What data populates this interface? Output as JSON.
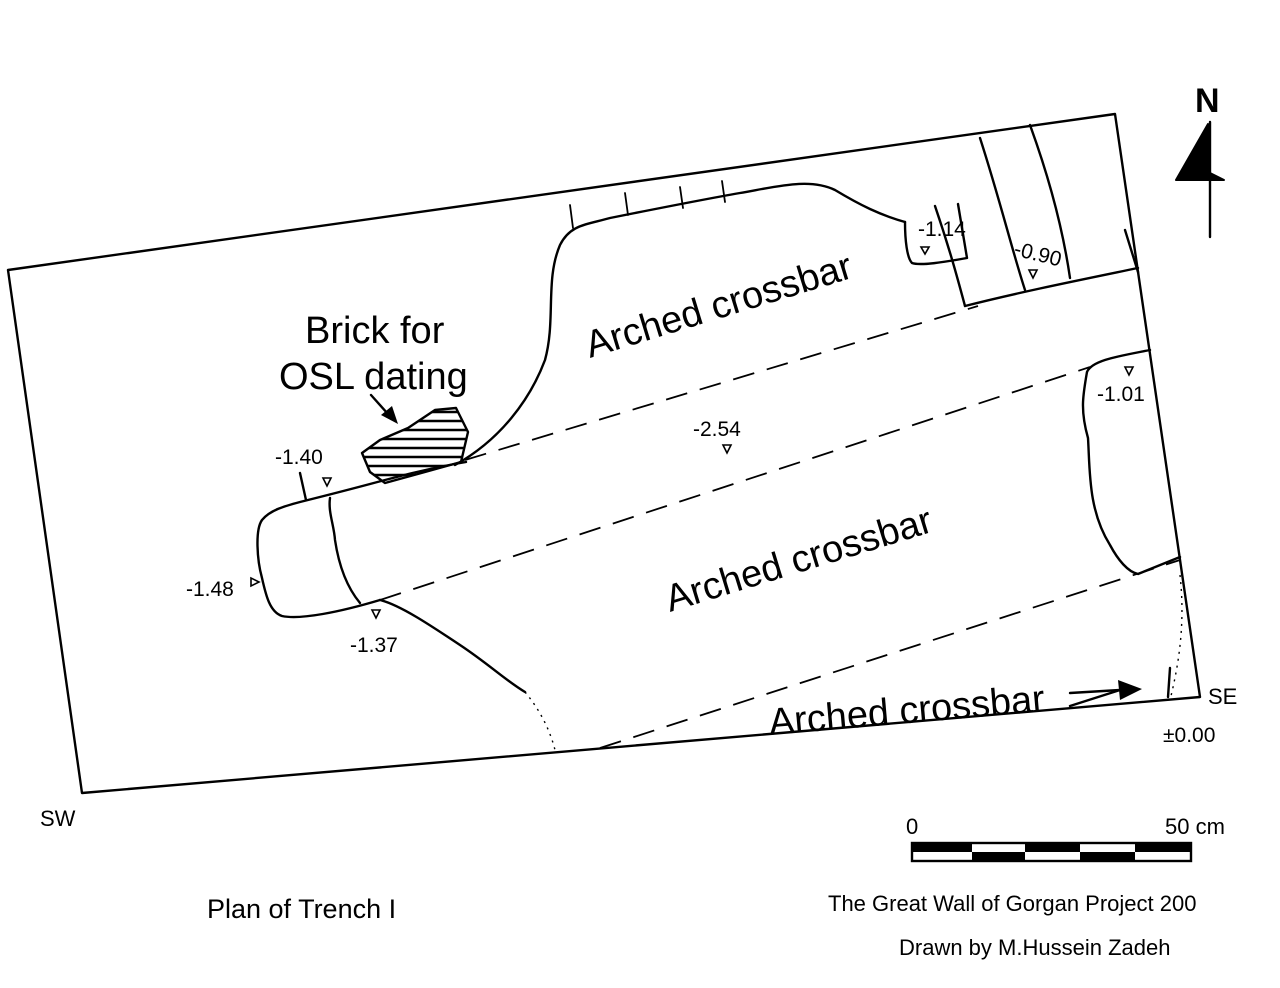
{
  "plan": {
    "north_label": "N",
    "labels": {
      "brick_line1": "Brick for",
      "brick_line2": "OSL dating",
      "crossbar_upper": "Arched crossbar",
      "crossbar_middle": "Arched crossbar",
      "crossbar_lower": "Arched crossbar"
    },
    "elevations": {
      "e1": "-1.14",
      "e2": "-0.90",
      "e3": "-1.01",
      "e4": "-2.54",
      "e5": "-1.40",
      "e6": "-1.48",
      "e7": "-1.37",
      "e8": "±0.00"
    },
    "corners": {
      "sw": "SW",
      "se": "SE"
    }
  },
  "scale_bar": {
    "start": "0",
    "end": "50 cm"
  },
  "caption": {
    "title": "Plan of Trench I"
  },
  "credits": {
    "project": "The Great Wall of Gorgan Project 200",
    "drawn_by": "Drawn by M.Hussein Zadeh"
  }
}
